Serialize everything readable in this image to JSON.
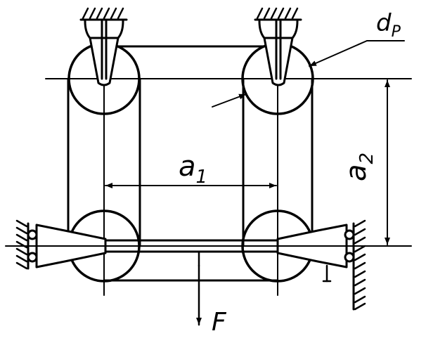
{
  "labels": {
    "d_p": {
      "main": "d",
      "sub": "P"
    },
    "a1": {
      "main": "a",
      "sub": "1"
    },
    "a2": {
      "main": "a",
      "sub": "2"
    },
    "F": "F"
  }
}
